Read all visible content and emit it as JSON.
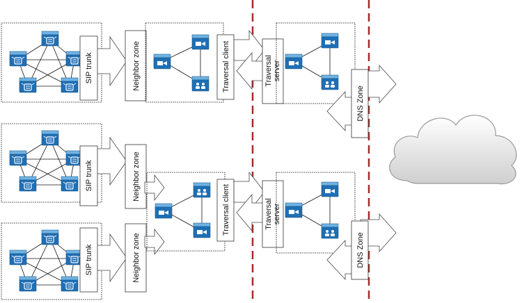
{
  "labels": {
    "sip_trunk": "SIP trunk",
    "neighbor_zone": "Neighbor zone",
    "traversal_client": "Traversal client",
    "traversal_server": "Traversal server",
    "traversal_server_line1": "Traversal",
    "traversal_server_line2": "server",
    "dns_zone": "DNS Zone"
  },
  "colors": {
    "device_fill": "#1f6fb5",
    "device_top": "#5aa5de",
    "divider": "#a52a2a",
    "cloud": "#dcdcdc",
    "stroke": "#333333"
  },
  "icons": {
    "cluster_node": "router-icon",
    "video_node": "video-endpoint-icon",
    "people_node": "conference-people-icon",
    "cloud": "cloud-icon"
  }
}
